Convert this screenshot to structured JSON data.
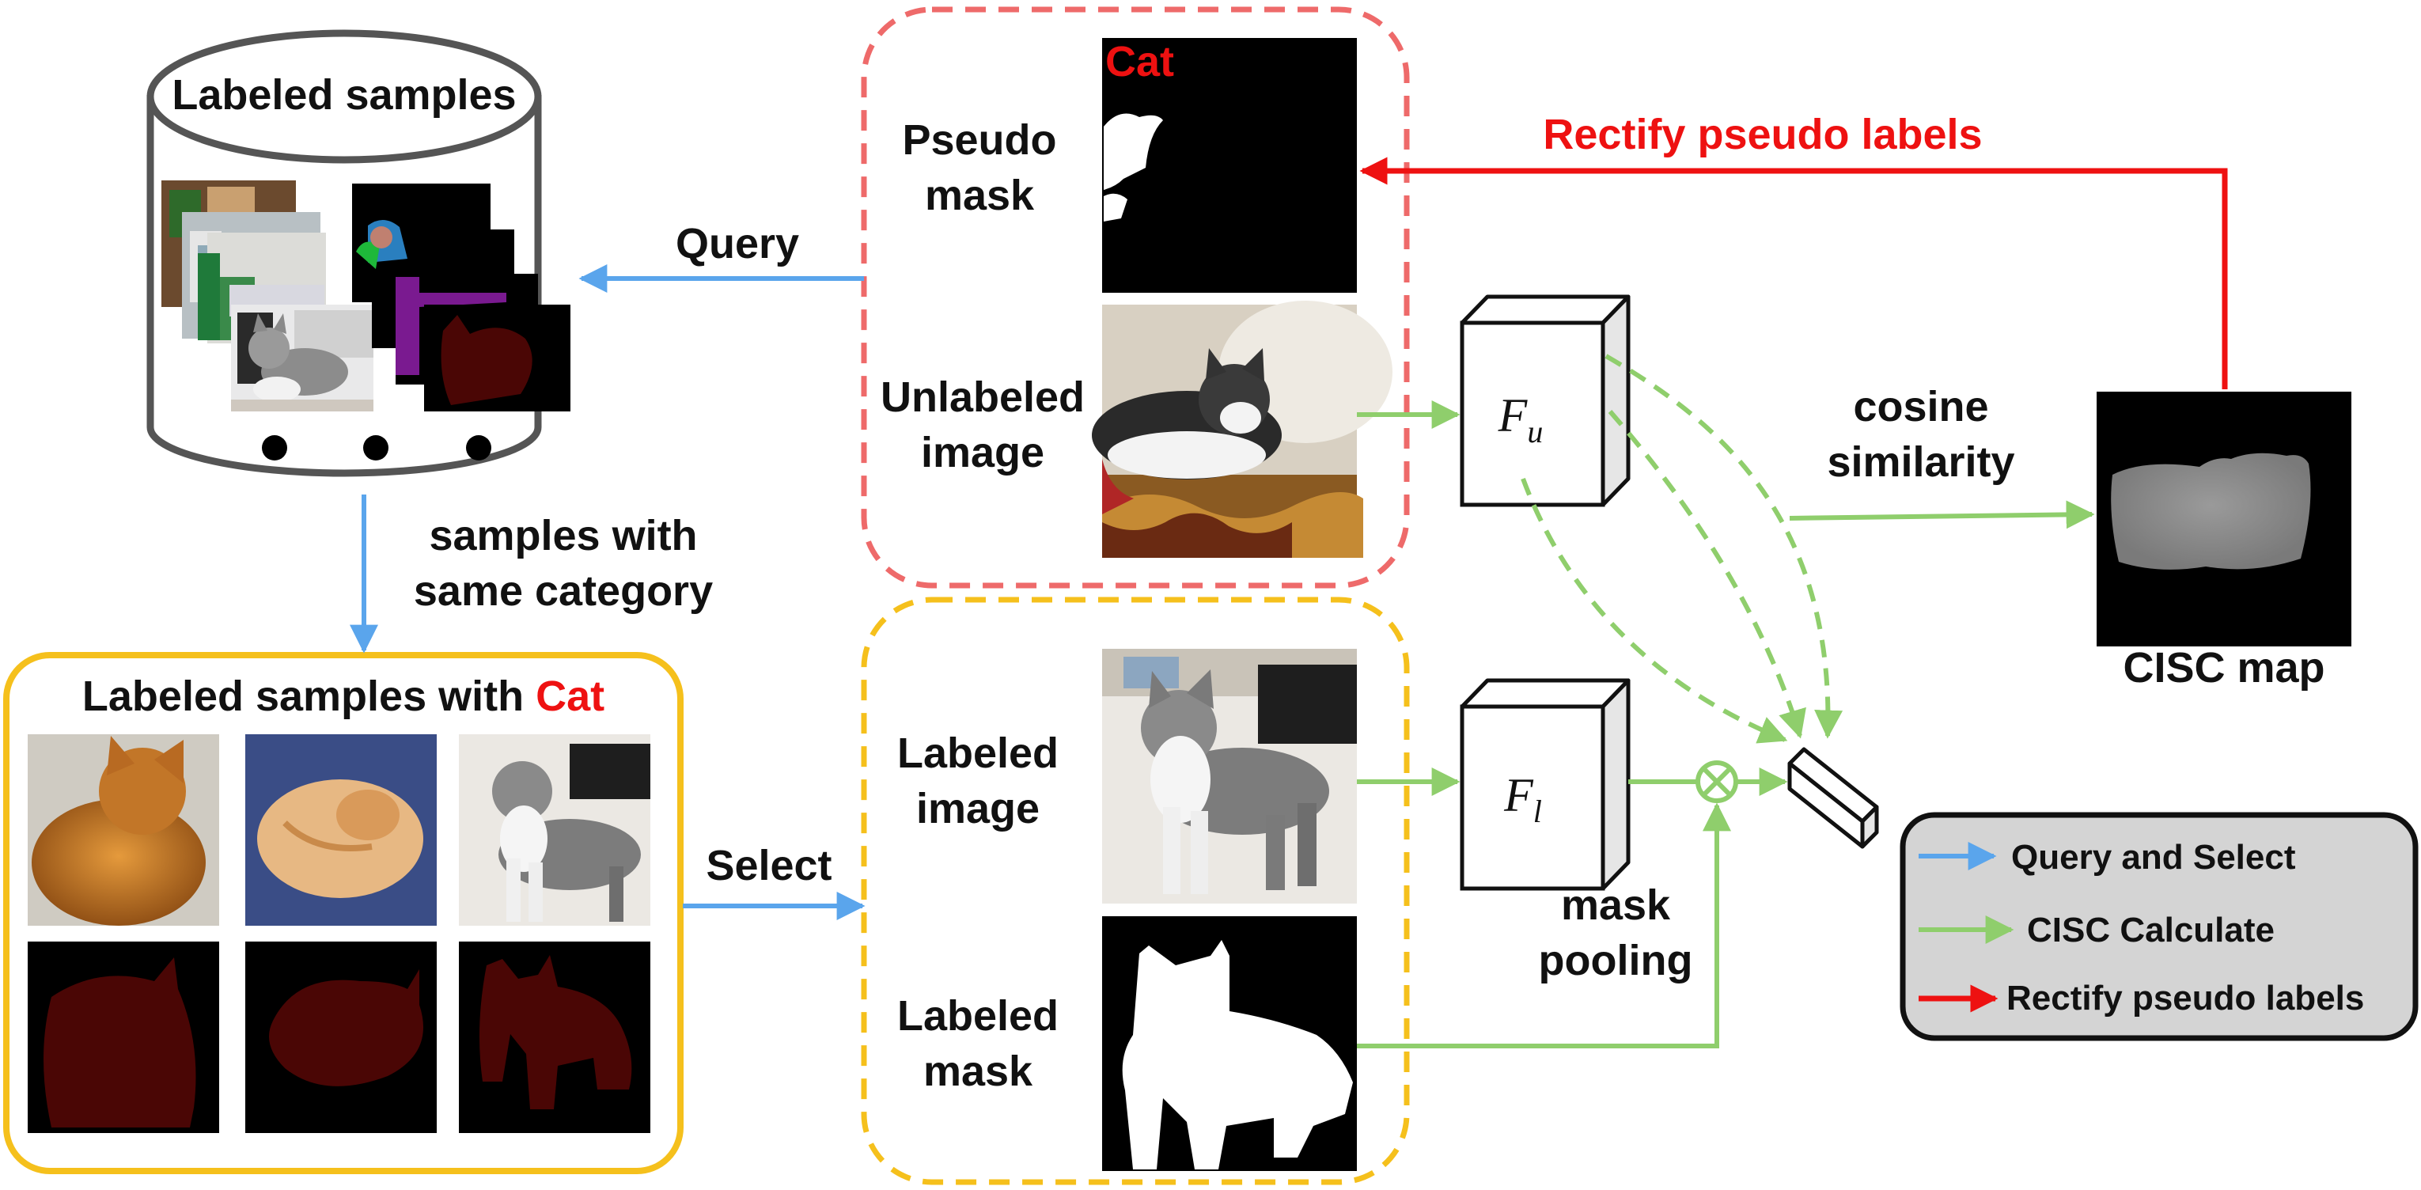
{
  "labeled_db": {
    "title": "Labeled samples"
  },
  "pseudo_group": {
    "pseudo_mask_label": [
      "Pseudo",
      "mask"
    ],
    "unlabeled_image_label": [
      "Unlabeled",
      "image"
    ],
    "cat_tag": "Cat"
  },
  "labeled_group": {
    "labeled_image_label": [
      "Labeled",
      "image"
    ],
    "labeled_mask_label": [
      "Labeled",
      "mask"
    ]
  },
  "cat_box": {
    "title_prefix": "Labeled samples with ",
    "title_highlight": "Cat"
  },
  "edges": {
    "query": "Query",
    "same_category": [
      "samples with",
      "same category"
    ],
    "select": "Select",
    "rectify": "Rectify pseudo labels",
    "cosine": [
      "cosine",
      "similarity"
    ],
    "mask_pooling": [
      "mask",
      "pooling"
    ]
  },
  "blocks": {
    "fu_base": "F",
    "fu_sub": "u",
    "fl_base": "F",
    "fl_sub": "l"
  },
  "cisc_map": {
    "label": "CISC map"
  },
  "legend": {
    "items": [
      {
        "label": "Query and Select",
        "color": "#5aa5ec"
      },
      {
        "label": "CISC Calculate",
        "color": "#8fce6c"
      },
      {
        "label": "Rectify pseudo labels",
        "color": "#ee1111"
      }
    ]
  },
  "colors": {
    "blue": "#5aa5ec",
    "green": "#8fce6c",
    "red": "#ee1111",
    "pink_dash": "#ee6a6a",
    "yellow": "#f5c01c",
    "maroon": "#4a0605"
  }
}
